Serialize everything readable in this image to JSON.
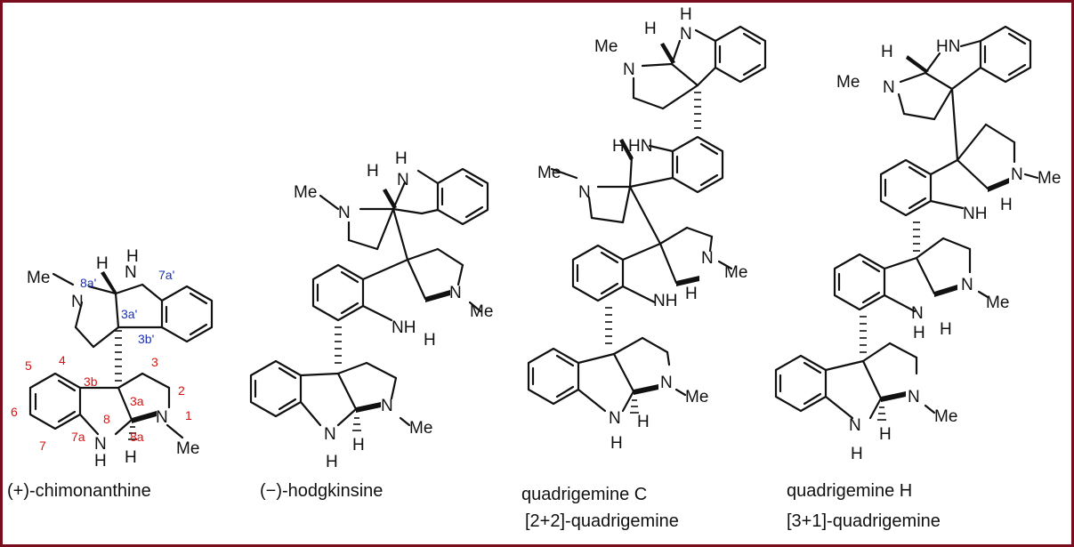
{
  "colors": {
    "frame_border": "#7a0d1d",
    "locant_red": "#d11111",
    "locant_blue": "#1a2fb5"
  },
  "structures": [
    {
      "name": "(+)-chimonanthine",
      "atoms": {
        "me": "Me",
        "n": "N",
        "nh": "NH",
        "h": "H"
      },
      "locants_red": [
        "4",
        "3b",
        "3",
        "5",
        "2",
        "3a",
        "6",
        "1",
        "8",
        "8a",
        "7",
        "7a"
      ],
      "locants_blue": [
        "8a'",
        "7a'",
        "3a'",
        "3b'"
      ]
    },
    {
      "name": "(−)-hodgkinsine",
      "atoms": {
        "me": "Me",
        "n": "N",
        "nh": "NH",
        "h": "H"
      }
    },
    {
      "name": "quadrigemine C",
      "subtitle": "[2+2]-quadrigemine",
      "atoms": {
        "me": "Me",
        "n": "N",
        "nh": "NH",
        "h": "H",
        "hn": "HN"
      }
    },
    {
      "name": "quadrigemine H",
      "subtitle": "[3+1]-quadrigemine",
      "atoms": {
        "me": "Me",
        "n": "N",
        "nh": "NH",
        "h": "H",
        "hn": "HN"
      }
    }
  ]
}
